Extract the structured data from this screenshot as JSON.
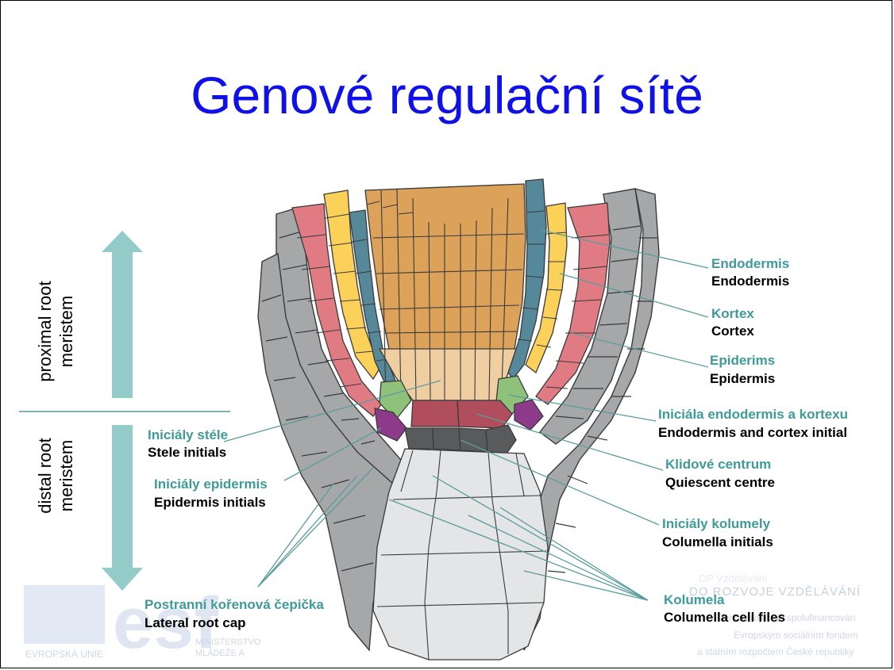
{
  "title": "Genové regulační sítě",
  "axis": {
    "proximal": [
      "proximal root",
      "meristem"
    ],
    "distal": [
      "distal root",
      "meristem"
    ]
  },
  "labels": {
    "endodermis": {
      "cz": "Endodermis",
      "en": "Endodermis"
    },
    "kortex": {
      "cz": "Kortex",
      "en": "Cortex"
    },
    "epidermis": {
      "cz": "Epiderims",
      "en": "Epidermis"
    },
    "initial_endo_cortex": {
      "cz": "Iniciála endodermis a kortexu",
      "en": "Endodermis and cortex initial"
    },
    "quiescent": {
      "cz": "Klidové centrum",
      "en": "Quiescent centre"
    },
    "columella_initials": {
      "cz": "Iniciály kolumely",
      "en": "Columella initials"
    },
    "columella_files": {
      "cz": "Kolumela",
      "en": "Columella cell files"
    },
    "stele_initials": {
      "cz": "Iniciály stéle",
      "en": "Stele initials"
    },
    "epidermis_initials": {
      "cz": "Iniciály epidermis",
      "en": "Epidermis  initials"
    },
    "lateral_root_cap": {
      "cz": "Postranní kořenová čepička",
      "en": "Lateral root cap"
    }
  },
  "footer": {
    "eu": "EVROPSKÁ UNIE",
    "esf": "esf",
    "ministry": [
      "MINISTERSTVO",
      "MLÁDEŽE A"
    ],
    "right": [
      "OP Vzdělávání",
      "DO ROZVOJE VZDĚLÁVÁNÍ",
      "Tento projekt je spolufinancován",
      "Evropským sociálním fondem",
      "a státním rozpočtem České republiky"
    ]
  },
  "colors": {
    "title": "#1010e8",
    "teal_text": "#3f9a9a",
    "arrow": "#93cbc9",
    "stele": "#dca25a",
    "stele_light": "#efcfa2",
    "endodermis": "#55899a",
    "cortex": "#fbd15a",
    "epidermis": "#e07b84",
    "lateral_cap": "#a6a7a9",
    "columella": "#e4e5e6",
    "quiescent": "#b04e5d",
    "columella_initial": "#585a5c",
    "initial_green": "#8ec27a",
    "initial_purple": "#8e3a8a"
  }
}
